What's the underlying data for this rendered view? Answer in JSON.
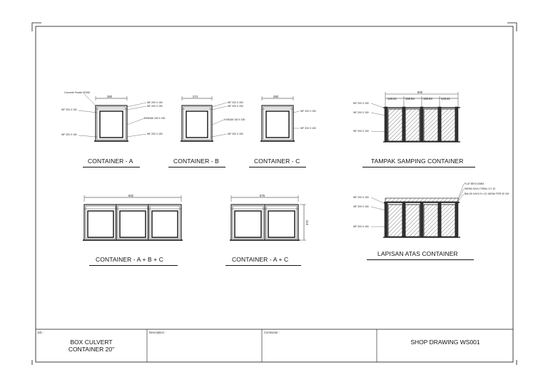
{
  "drawing": {
    "annotations": {
      "concrete_fender": "Concrete Fender 50X50",
      "wf200": "WF 200 X 150",
      "hbeam": "H BEAM 150 X 150",
      "flat_besi": "FLAT BESI 10MM",
      "papan_tebal": "PAPAN KAYU TEBAL 3 X 10",
      "balok_kayu": "BALOK KAYU 5 x 10 JARAK PER 40 CM"
    },
    "dimensions": {
      "a_width": "280",
      "b_width": "274",
      "c_width": "280",
      "side_total": "600",
      "side_segments": [
        "143.21",
        "150.84",
        "150.84",
        "143.21"
      ],
      "abc_width": "832",
      "ac_width": "576",
      "ac_height": "370"
    },
    "views": {
      "container_a": "CONTAINER - A",
      "container_b": "CONTAINER - B",
      "container_c": "CONTAINER - C",
      "tampak_samping": "TAMPAK SAMPING CONTAINER",
      "container_abc": "CONTAINER - A + B + C",
      "container_ac": "CONTAINER - A + C",
      "lapisan_atas": "LAPISAN ATAS CONTAINER"
    }
  },
  "title_block": {
    "job_label": "Job :",
    "job_value": "BOX CULVERT\nCONTAINER 20\"",
    "description_label": "Description    :",
    "contractor_label": "Contractor :",
    "sheet_title": "SHOP DRAWING WS001"
  }
}
